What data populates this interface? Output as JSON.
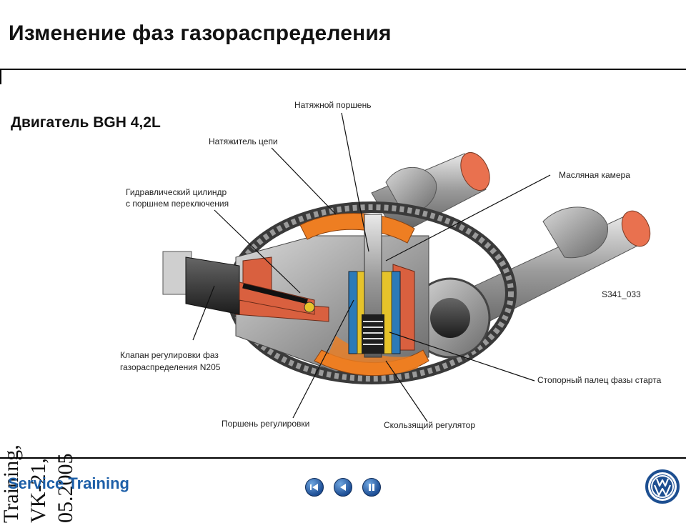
{
  "slide": {
    "title": "Изменение фаз газораспределения",
    "subtitle": "Двигатель BGH 4,2L",
    "vertical_note": [
      "Training,",
      "VK-21,",
      "05.2005"
    ],
    "footer": "Service Training"
  },
  "diagram": {
    "labels": {
      "tension_piston": "Натяжной поршень",
      "chain_tensioner": "Натяжитель цепи",
      "oil_chamber": "Масляная камера",
      "hydraulic_cylinder_line1": "Гидравлический цилиндр",
      "hydraulic_cylinder_line2": "с поршнем переключения",
      "figure_code": "S341_033",
      "valve_line1": "Клапан регулировки фаз",
      "valve_line2": "газораспределения N205",
      "locking_pin": "Стопорный палец фазы старта",
      "control_piston": "Поршень регулировки",
      "sliding_regulator": "Скользящий регулятор"
    }
  },
  "nav": {
    "buttons": [
      "rewind",
      "back",
      "pause"
    ]
  },
  "logo": {
    "text": "VW",
    "color": "#1d4f91"
  }
}
